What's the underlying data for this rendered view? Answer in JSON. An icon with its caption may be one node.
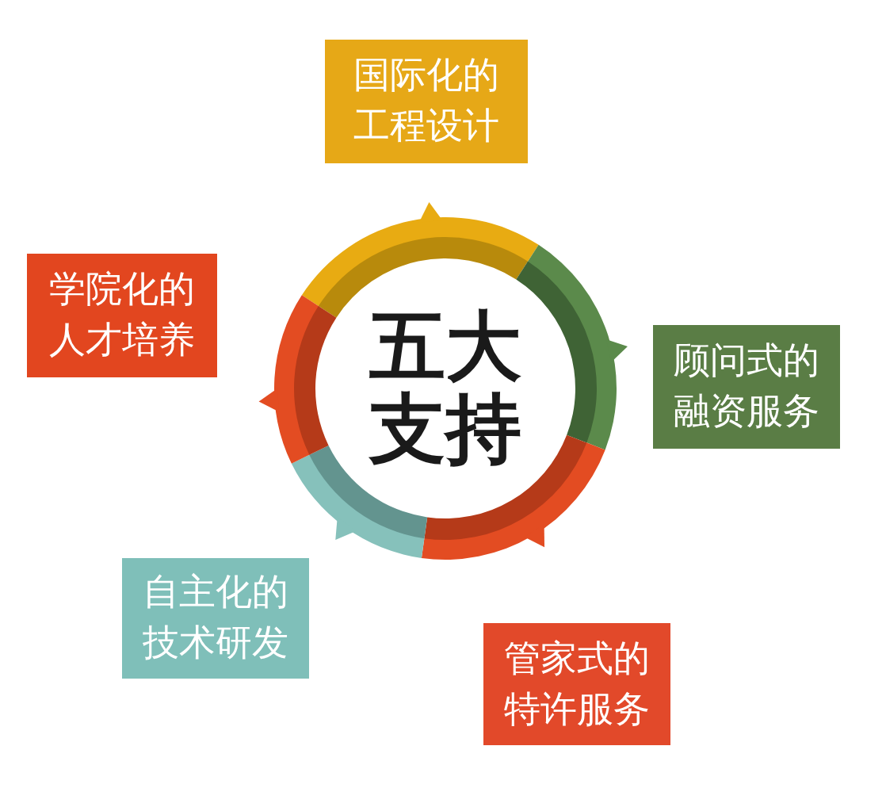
{
  "diagram": {
    "nodes": [
      {
        "text": [
          "国际化的工程设计"
        ]
      },
      {
        "text": [
          "学院化的人才培养"
        ]
      },
      {
        "text": [
          "五大支持"
        ]
      },
      {
        "text": [
          "顾问式的融资服务"
        ]
      },
      {
        "text": [
          "自主化的技术研发"
        ]
      },
      {
        "text": [
          "管家式的特许服务"
        ]
      }
    ]
  }
}
